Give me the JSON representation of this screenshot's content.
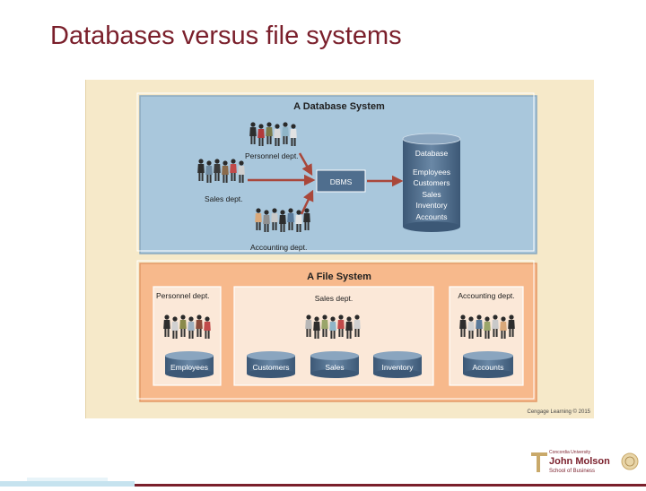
{
  "slide": {
    "title": "Databases versus file systems"
  },
  "database_system": {
    "title": "A Database System",
    "departments": [
      "Personnel dept.",
      "Sales dept.",
      "Accounting dept."
    ],
    "dbms_label": "DBMS",
    "database_label": "Database",
    "database_items": [
      "Employees",
      "Customers",
      "Sales",
      "Inventory",
      "Accounts"
    ]
  },
  "file_system": {
    "title": "A File System",
    "personnel": {
      "label": "Personnel dept.",
      "files": [
        "Employees"
      ]
    },
    "sales": {
      "label": "Sales dept.",
      "files": [
        "Customers",
        "Sales",
        "Inventory"
      ]
    },
    "accounting": {
      "label": "Accounting dept.",
      "files": [
        "Accounts"
      ]
    }
  },
  "credit": "Cengage Learning © 2015",
  "logo": {
    "university": "Concordia University",
    "name": "John Molson",
    "school": "School of Business"
  },
  "colors": {
    "title": "#7a1f2b",
    "db_panel": "#a9c7dc",
    "file_panel": "#f7b98c",
    "drum": "#4a6a89",
    "arrow": "#a9473a"
  }
}
